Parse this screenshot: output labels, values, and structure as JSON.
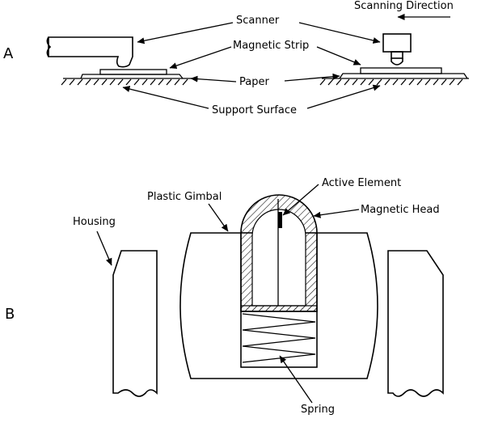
{
  "panels": {
    "a": "A",
    "b": "B"
  },
  "labels": {
    "scanner": "Scanner",
    "scanning_direction": "Scanning Direction",
    "magnetic_strip": "Magnetic Strip",
    "paper": "Paper",
    "support_surface": "Support Surface",
    "active_element": "Active Element",
    "plastic_gimbal": "Plastic Gimbal",
    "magnetic_head": "Magnetic Head",
    "housing": "Housing",
    "spring": "Spring"
  }
}
